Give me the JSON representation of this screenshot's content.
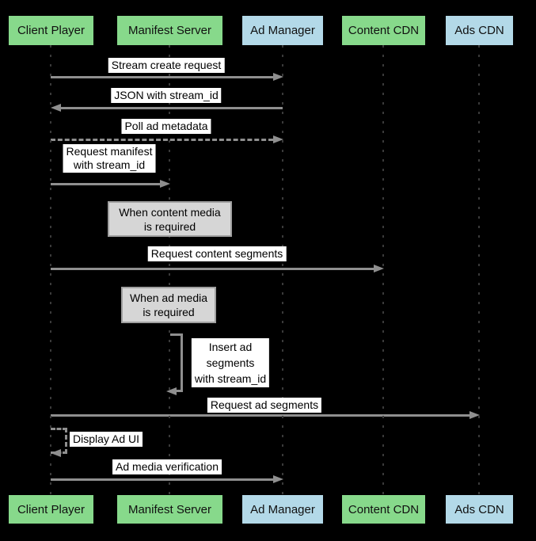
{
  "colors": {
    "background": "#000000",
    "actor_green": "#87D98B",
    "actor_blue": "#B3D9E8",
    "arrow": "#8F8F8F",
    "note_fill": "#D6D6D6",
    "note_border": "#A0A0A0",
    "label_bg": "#FFFFFF",
    "label_text": "#000000",
    "lifeline": "#3A3A3A"
  },
  "actors": [
    {
      "name": "Client Player"
    },
    {
      "name": "Manifest Server"
    },
    {
      "name": "Ad Manager"
    },
    {
      "name": "Content CDN"
    },
    {
      "name": "Ads CDN"
    }
  ],
  "messages": {
    "stream_create": "Stream create request",
    "json_stream_id": "JSON with stream_id",
    "poll_ad_metadata": "Poll ad metadata",
    "request_manifest": "Request manifest\nwith stream_id",
    "request_content": "Request content segments",
    "insert_ad": "Insert ad\nsegments\nwith stream_id",
    "request_ad": "Request ad segments",
    "display_ad_ui": "Display Ad UI",
    "ad_media_verification": "Ad media verification"
  },
  "notes": {
    "content_media": "When content media\nis required",
    "ad_media": "When ad media\nis required"
  }
}
